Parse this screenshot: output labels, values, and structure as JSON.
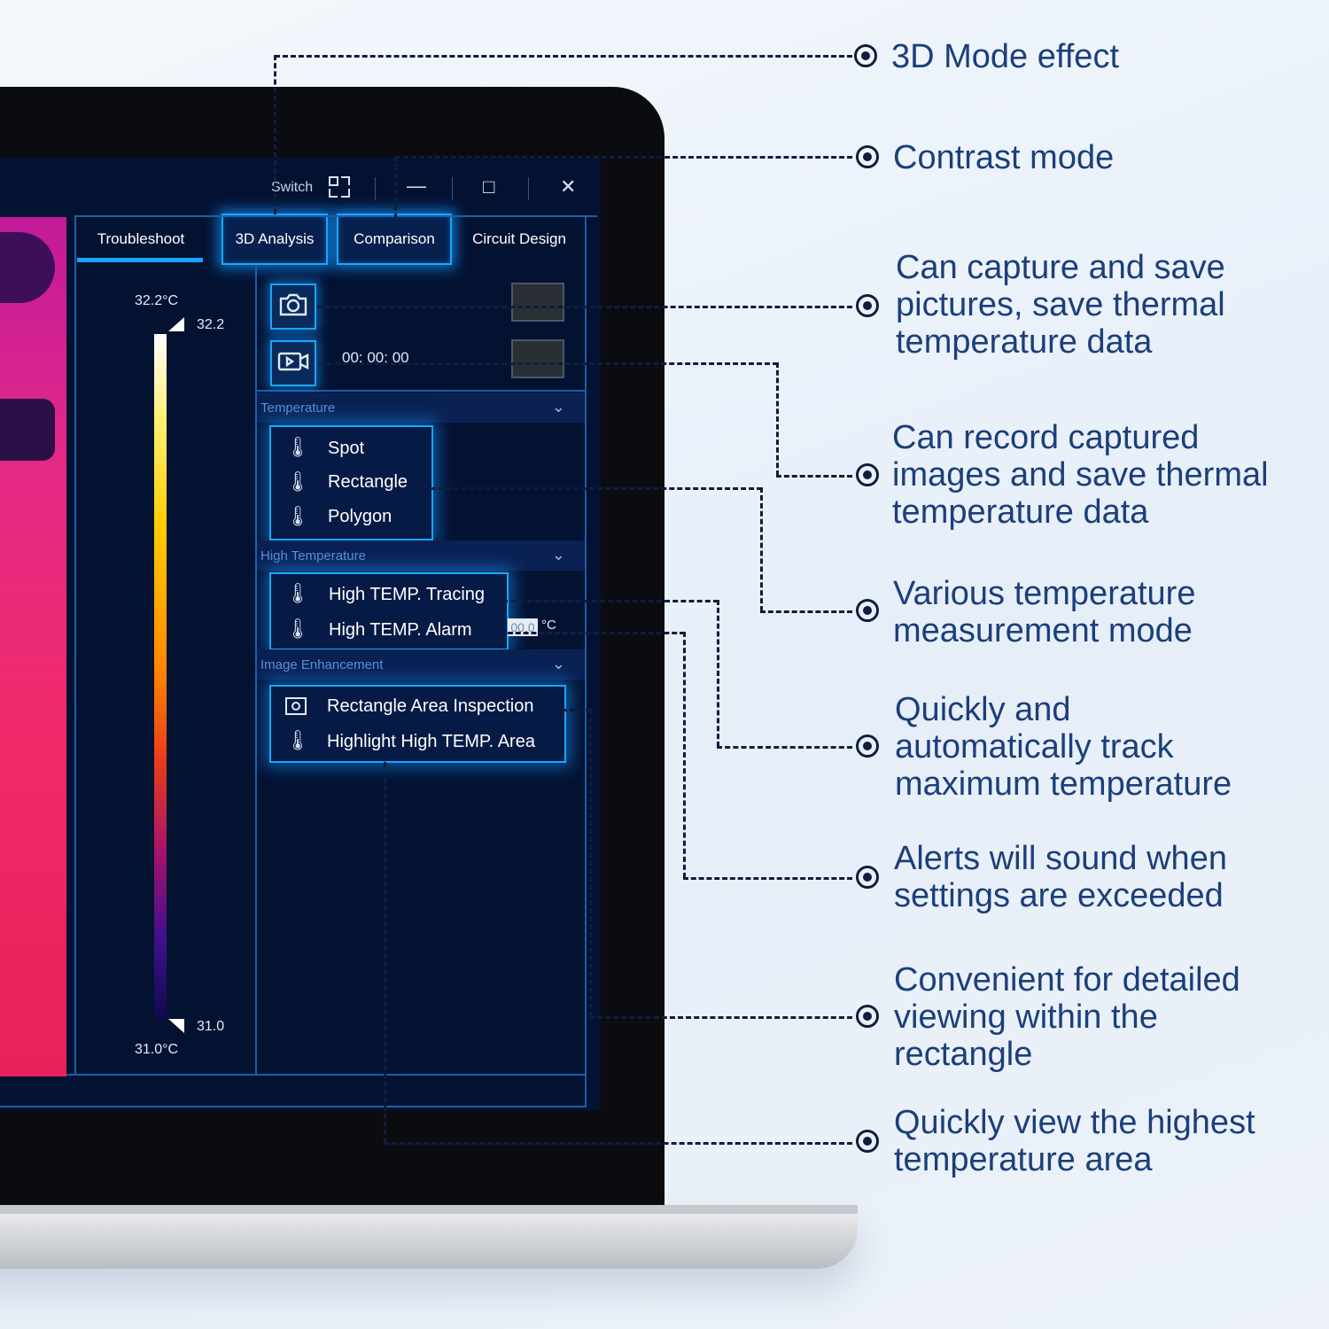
{
  "window": {
    "switch_label": "Switch",
    "minimize_glyph": "—",
    "maximize_glyph": "□",
    "close_glyph": "✕"
  },
  "tabs": [
    {
      "label": "Troubleshoot",
      "active": true
    },
    {
      "label": "3D Analysis",
      "highlighted": true
    },
    {
      "label": "Comparison",
      "highlighted": true
    },
    {
      "label": "Circuit Design",
      "highlighted": false
    }
  ],
  "scale": {
    "max_label": "32.2°C",
    "max_value": "32.2",
    "min_value": "31.0",
    "min_label": "31.0°C"
  },
  "capture": {
    "camera_icon": "camera-icon",
    "record_icon": "video-record-icon",
    "record_timer": "00: 00: 00"
  },
  "sections": {
    "temperature": {
      "header": "Temperature",
      "items": [
        "Spot",
        "Rectangle",
        "Polygon"
      ]
    },
    "high_temperature": {
      "header": "High Temperature",
      "items": [
        "High TEMP. Tracing",
        "High TEMP. Alarm"
      ],
      "alarm_value": "00.0",
      "alarm_unit": "°C"
    },
    "image_enhancement": {
      "header": "Image Enhancement",
      "items": [
        "Rectangle Area Inspection",
        "Highlight High TEMP. Area"
      ]
    }
  },
  "callouts": [
    "3D Mode effect",
    "Contrast mode",
    "Can capture and save\npictures, save thermal\ntemperature data",
    "Can record captured\nimages and save thermal\ntemperature data",
    "Various temperature\nmeasurement mode",
    "Quickly and\nautomatically track\nmaximum temperature",
    "Alerts will sound when\nsettings are exceeded",
    "Convenient for detailed\nviewing within the\nrectangle",
    "Quickly view the highest\ntemperature area"
  ],
  "colors": {
    "accent": "#1aa6ff",
    "screen_bg": "#041232",
    "callout_text": "#1b3f7a",
    "leader_line": "#0e1e3c"
  }
}
